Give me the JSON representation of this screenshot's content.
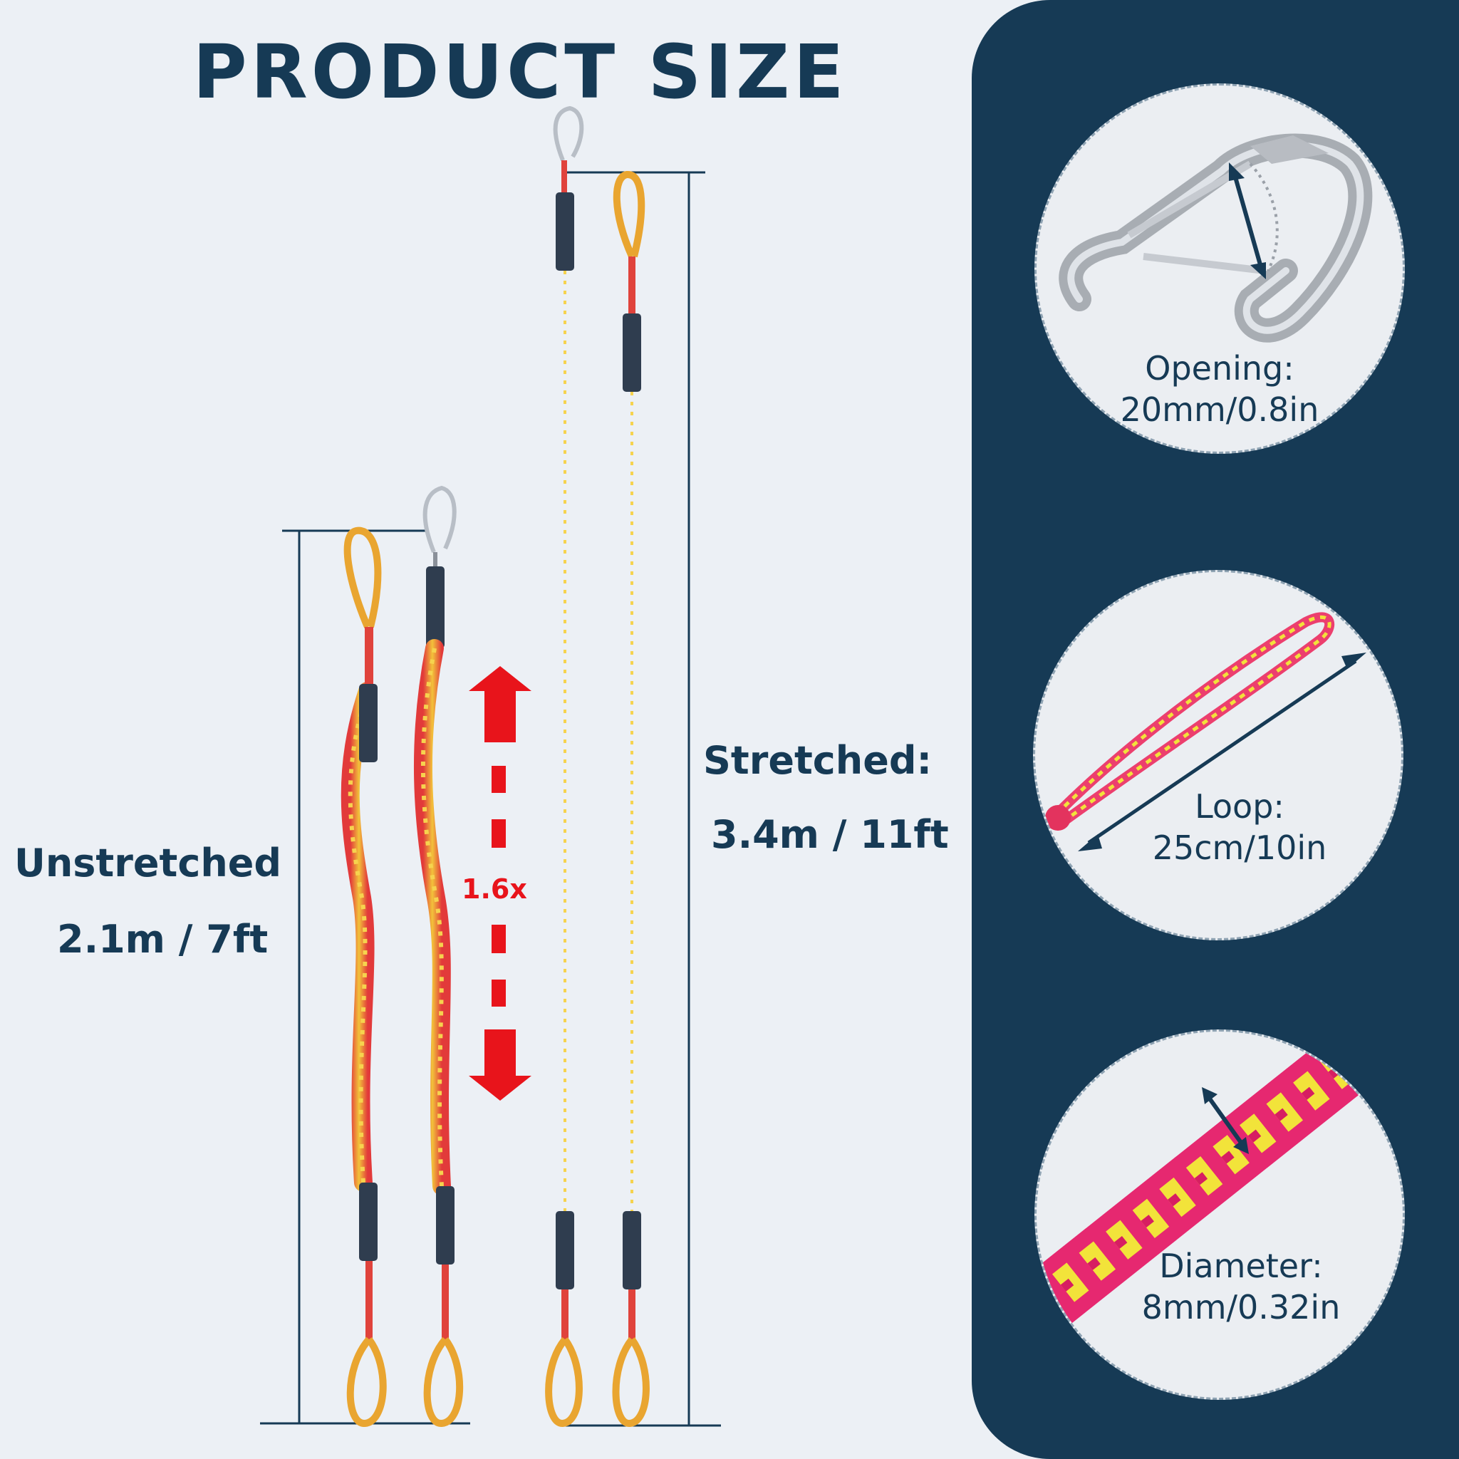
{
  "header": {
    "title": "PRODUCT SIZE"
  },
  "unstretched": {
    "label": "Unstretched",
    "value": "2.1m / 7ft"
  },
  "stretched": {
    "label": "Stretched:",
    "value": "3.4m / 11ft"
  },
  "stretch_factor": "1.6x",
  "details": [
    {
      "name": "Opening:",
      "value": "20mm/0.8in"
    },
    {
      "name": "Loop:",
      "value": "25cm/10in"
    },
    {
      "name": "Diameter:",
      "value": "8mm/0.32in"
    }
  ],
  "colors": {
    "navy": "#163a55",
    "background": "#ecf0f5",
    "arrow_red": "#e8141b",
    "rope_red": "#e23a3a",
    "rope_yellow": "#f2c23a",
    "sleeve": "#2f3d4f"
  }
}
